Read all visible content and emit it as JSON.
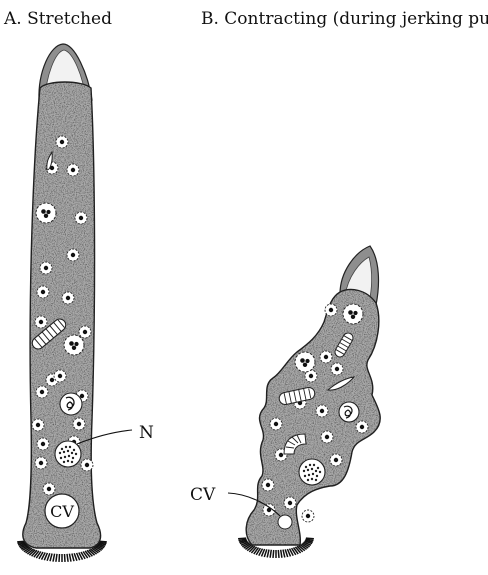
{
  "panels": {
    "a_title": "A. Stretched",
    "b_title": "B. Contracting (during jerking pulse)"
  },
  "labels": {
    "nucleus": "N",
    "cv_inside": "CV",
    "cv_pointer": "CV"
  },
  "colors": {
    "cell_body": "#a9a9a9",
    "outline": "#222222",
    "tip_cap": "#f2f2f2",
    "tip_shade": "#8e8e8e",
    "cilia": "#111111"
  }
}
